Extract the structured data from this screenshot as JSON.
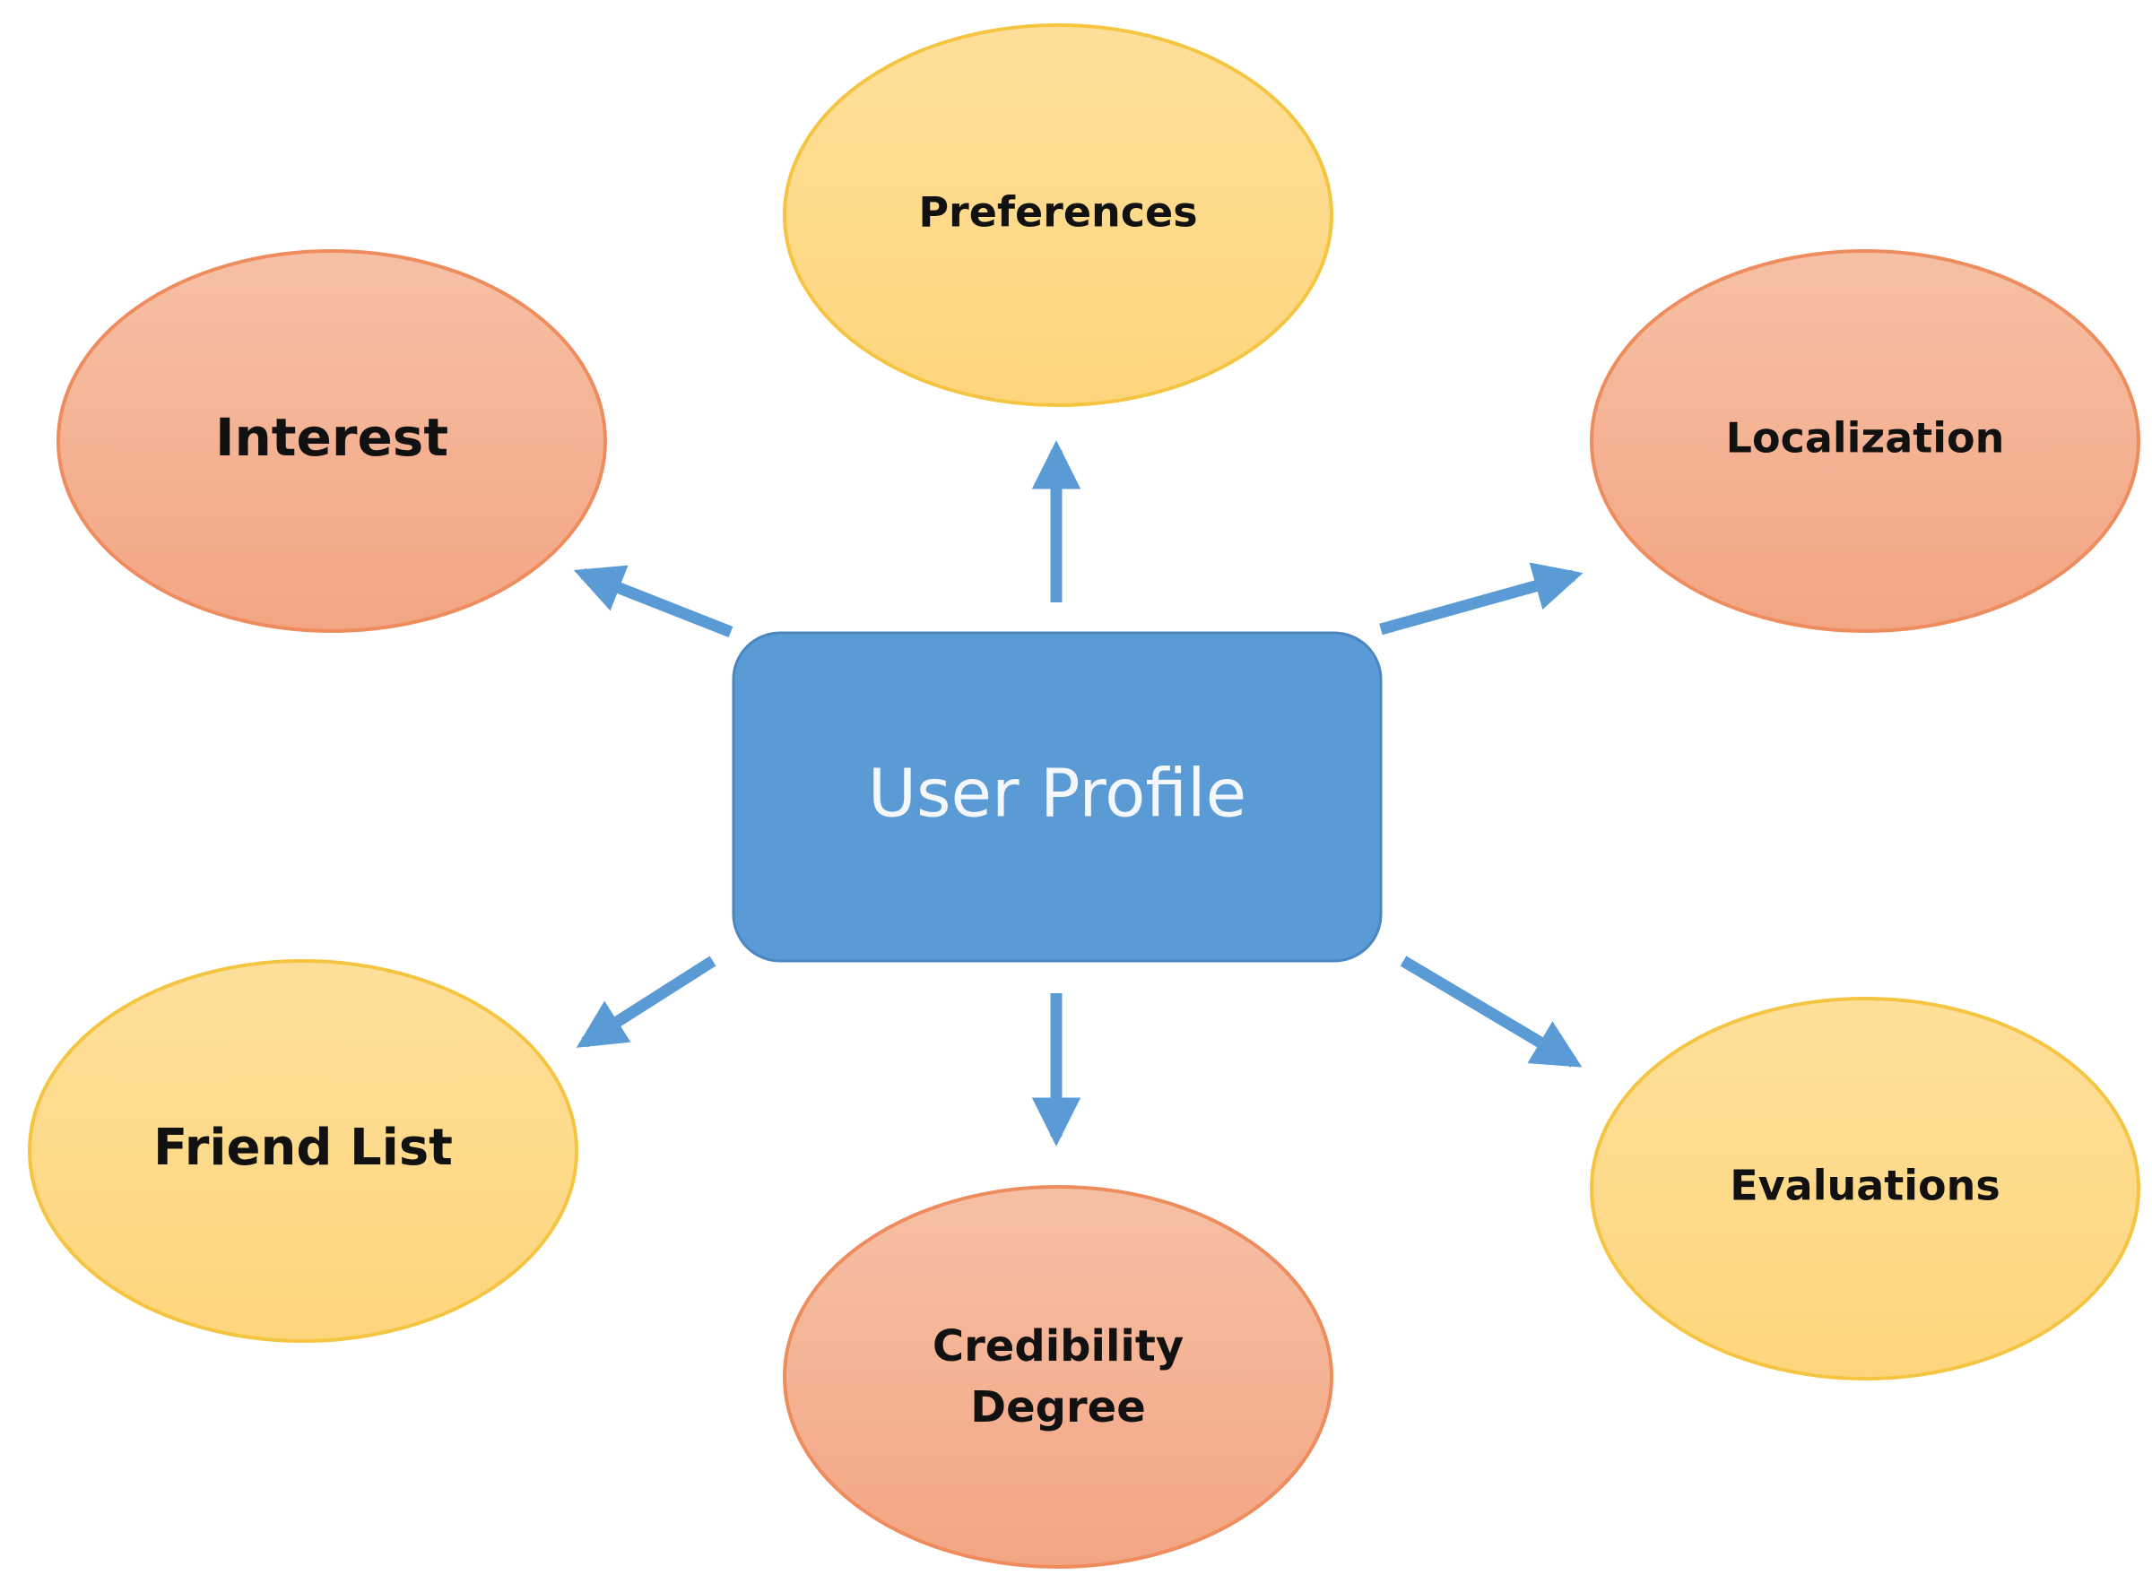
{
  "center": {
    "label": "User Profile",
    "fill": "#5b9bd5",
    "stroke": "#4a86c0"
  },
  "nodes": [
    {
      "id": "preferences",
      "label": "Preferences",
      "style": "yellow"
    },
    {
      "id": "interest",
      "label": "Interest",
      "style": "orange"
    },
    {
      "id": "localization",
      "label": "Localization",
      "style": "orange"
    },
    {
      "id": "friend-list",
      "label": "Friend List",
      "style": "yellow"
    },
    {
      "id": "credibility-degree",
      "label_lines": [
        "Credibility",
        "Degree"
      ],
      "style": "orange"
    },
    {
      "id": "evaluations",
      "label": "Evaluations",
      "style": "yellow"
    }
  ],
  "colors": {
    "yellow_top": "#fedf9a",
    "yellow_bottom": "#fdd57c",
    "yellow_stroke": "#f5c542",
    "orange_top": "#f6c0a5",
    "orange_bottom": "#f3a583",
    "orange_stroke": "#ee8c5e",
    "arrow": "#5b9bd5"
  }
}
